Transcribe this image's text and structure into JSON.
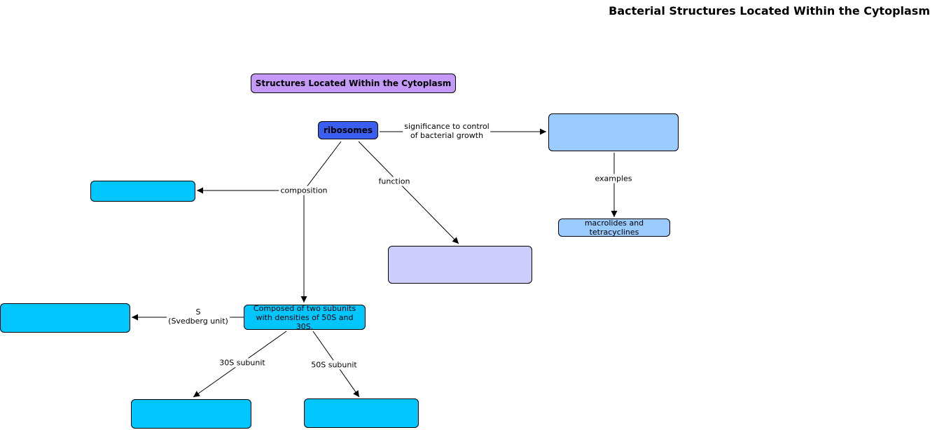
{
  "title": "Bacterial Structures Located Within the Cytoplasm",
  "colors": {
    "purple": "#c599f7",
    "royal_blue": "#3a5ef0",
    "sky_blue": "#99cbff",
    "cyan": "#00c6ff",
    "lavender": "#cecefe"
  },
  "nodes": {
    "structures": "Structures Located Within the Cytoplasm",
    "ribosomes": "ribosomes",
    "significance_target": "",
    "macrolides": "macrolides and tetracyclines",
    "composition_target": "",
    "function_target": "",
    "subunits": "Composed of two subunits with densities of 50S and 30S.",
    "svedberg_target": "",
    "subunit_30s_target": "",
    "subunit_50s_target": ""
  },
  "links": {
    "significance_line1": "significance to control",
    "significance_line2": "of bacterial growth",
    "examples": "examples",
    "composition": "composition",
    "function": "function",
    "s_line1": "S",
    "s_line2": "(Svedberg unit)",
    "subunit_30s": "30S subunit",
    "subunit_50s": "50S subunit"
  }
}
